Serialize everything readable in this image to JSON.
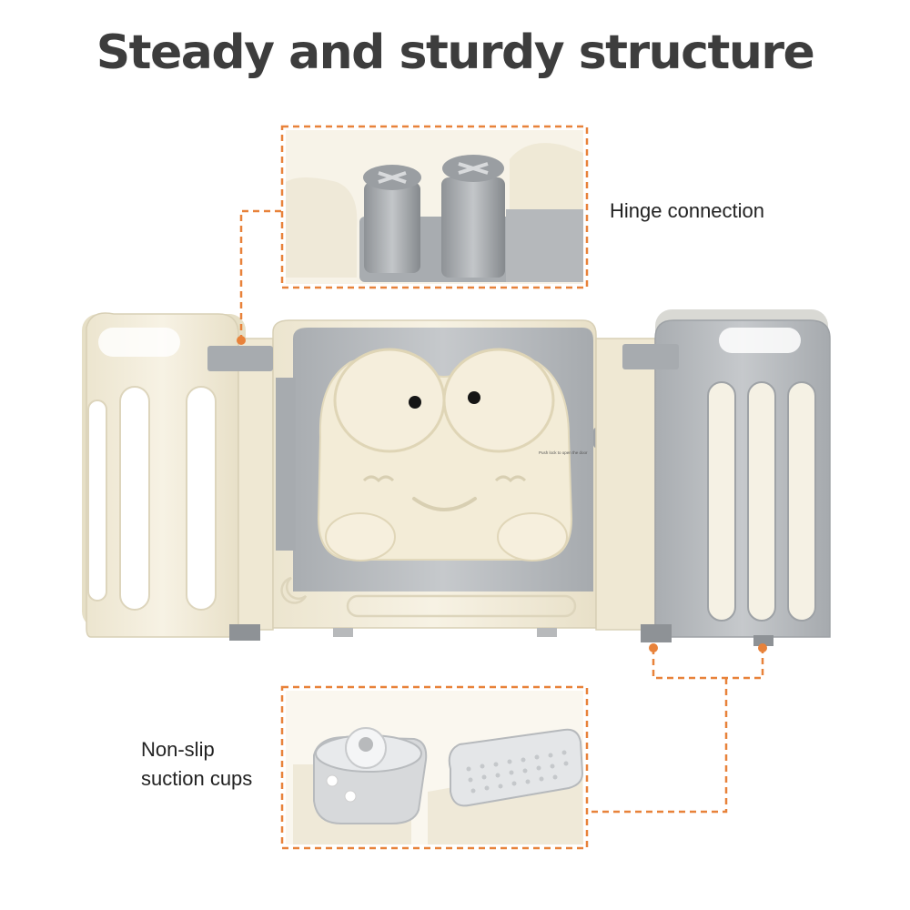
{
  "headline": "Steady and sturdy structure",
  "callouts": {
    "hinge": "Hinge connection",
    "suction_line1": "Non-slip",
    "suction_line2": "suction cups"
  },
  "gate_sticker_text": "Push lock to open the door",
  "colors": {
    "accent_orange": "#e8823a",
    "panel_cream": "#f2ecd9",
    "panel_grey": "#b9bcbf",
    "text_dark": "#3d3d3d"
  }
}
